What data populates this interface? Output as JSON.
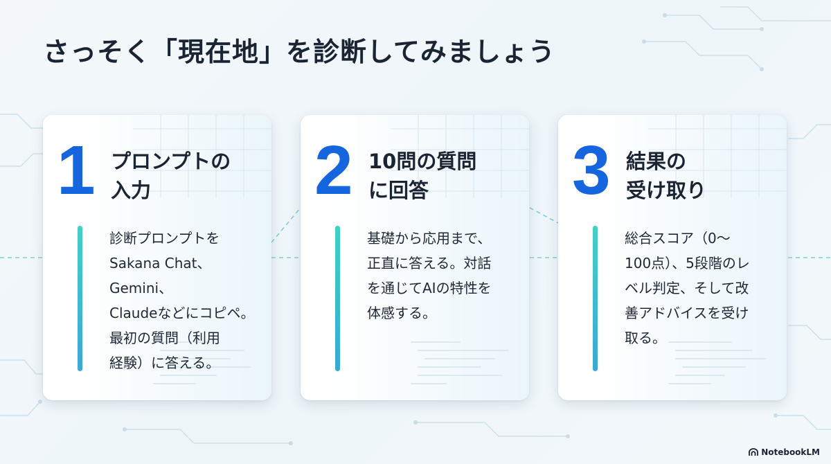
{
  "slide": {
    "title": "さっそく「現在地」を診断してみましょう"
  },
  "steps": [
    {
      "number": "1",
      "title": "プロンプトの\n入力",
      "description": "診断プロンプトを\nSakana Chat、Gemini、\nClaudeなどにコピペ。\n最初の質問（利用\n経験）に答える。"
    },
    {
      "number": "2",
      "title": "10問の質問\nに回答",
      "description": "基礎から応用まで、\n正直に答える。対話\nを通じてAIの特性を\n体感する。"
    },
    {
      "number": "3",
      "title": "結果の\n受け取り",
      "description": "総合スコア（0～\n100点）、5段階のレ\nベル判定、そして改\n善アドバイスを受け\n取る。"
    }
  ],
  "brand": {
    "icon": "notebooklm-icon",
    "label": "NotebookLM"
  },
  "colors": {
    "number": "#1565df",
    "accent_top": "#3fd1c6",
    "accent_bottom": "#3aa8d8",
    "title": "#1b2433",
    "background": "#f2f7fa"
  }
}
